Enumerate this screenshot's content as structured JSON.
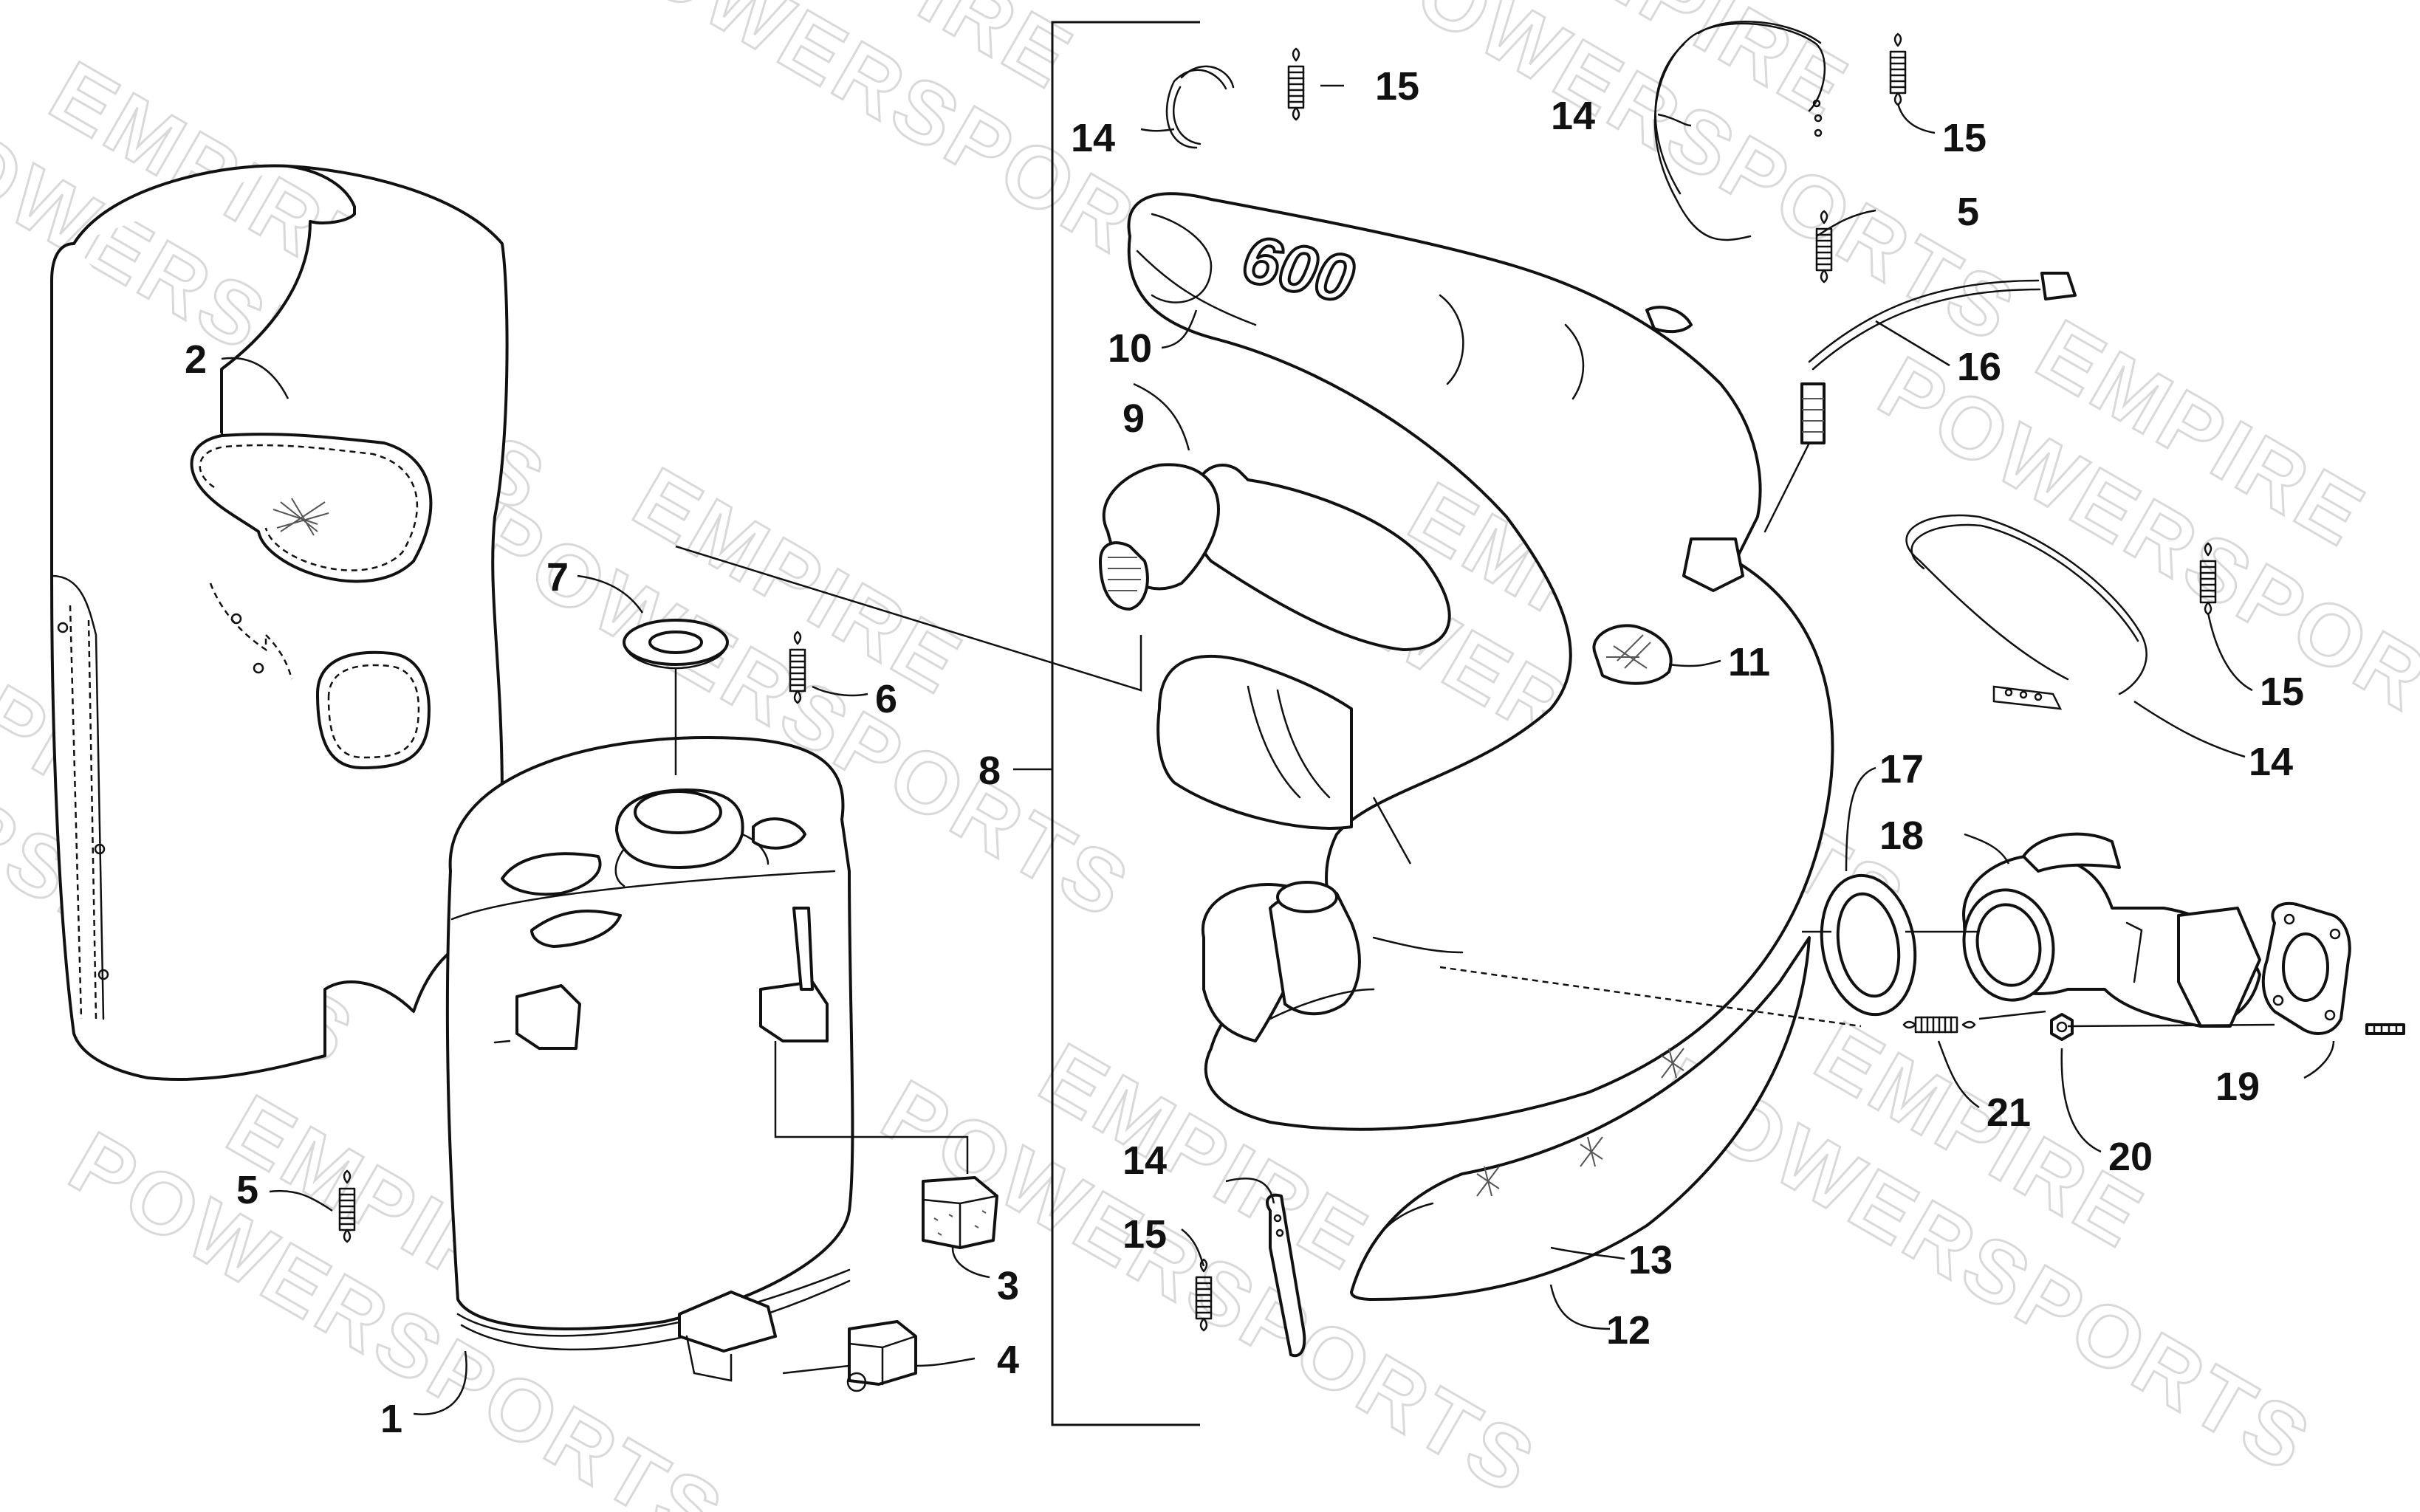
{
  "watermark": {
    "line1": "EMPIRE",
    "line2": "POWERSPORTS"
  },
  "colors": {
    "line": "#111111",
    "watermark": "#d9d9d9",
    "background": "#ffffff"
  },
  "part_emboss": "600",
  "callouts": [
    {
      "id": "c1",
      "label": "1"
    },
    {
      "id": "c2",
      "label": "2"
    },
    {
      "id": "c3",
      "label": "3"
    },
    {
      "id": "c4",
      "label": "4"
    },
    {
      "id": "c5a",
      "label": "5"
    },
    {
      "id": "c5b",
      "label": "5"
    },
    {
      "id": "c6",
      "label": "6"
    },
    {
      "id": "c7",
      "label": "7"
    },
    {
      "id": "c8",
      "label": "8"
    },
    {
      "id": "c9",
      "label": "9"
    },
    {
      "id": "c10",
      "label": "10"
    },
    {
      "id": "c11",
      "label": "11"
    },
    {
      "id": "c12",
      "label": "12"
    },
    {
      "id": "c13",
      "label": "13"
    },
    {
      "id": "c14a",
      "label": "14"
    },
    {
      "id": "c14b",
      "label": "14"
    },
    {
      "id": "c14c",
      "label": "14"
    },
    {
      "id": "c14d",
      "label": "14"
    },
    {
      "id": "c15a",
      "label": "15"
    },
    {
      "id": "c15b",
      "label": "15"
    },
    {
      "id": "c15c",
      "label": "15"
    },
    {
      "id": "c15d",
      "label": "15"
    },
    {
      "id": "c16",
      "label": "16"
    },
    {
      "id": "c17",
      "label": "17"
    },
    {
      "id": "c18",
      "label": "18"
    },
    {
      "id": "c19",
      "label": "19"
    },
    {
      "id": "c20",
      "label": "20"
    },
    {
      "id": "c21",
      "label": "21"
    }
  ]
}
